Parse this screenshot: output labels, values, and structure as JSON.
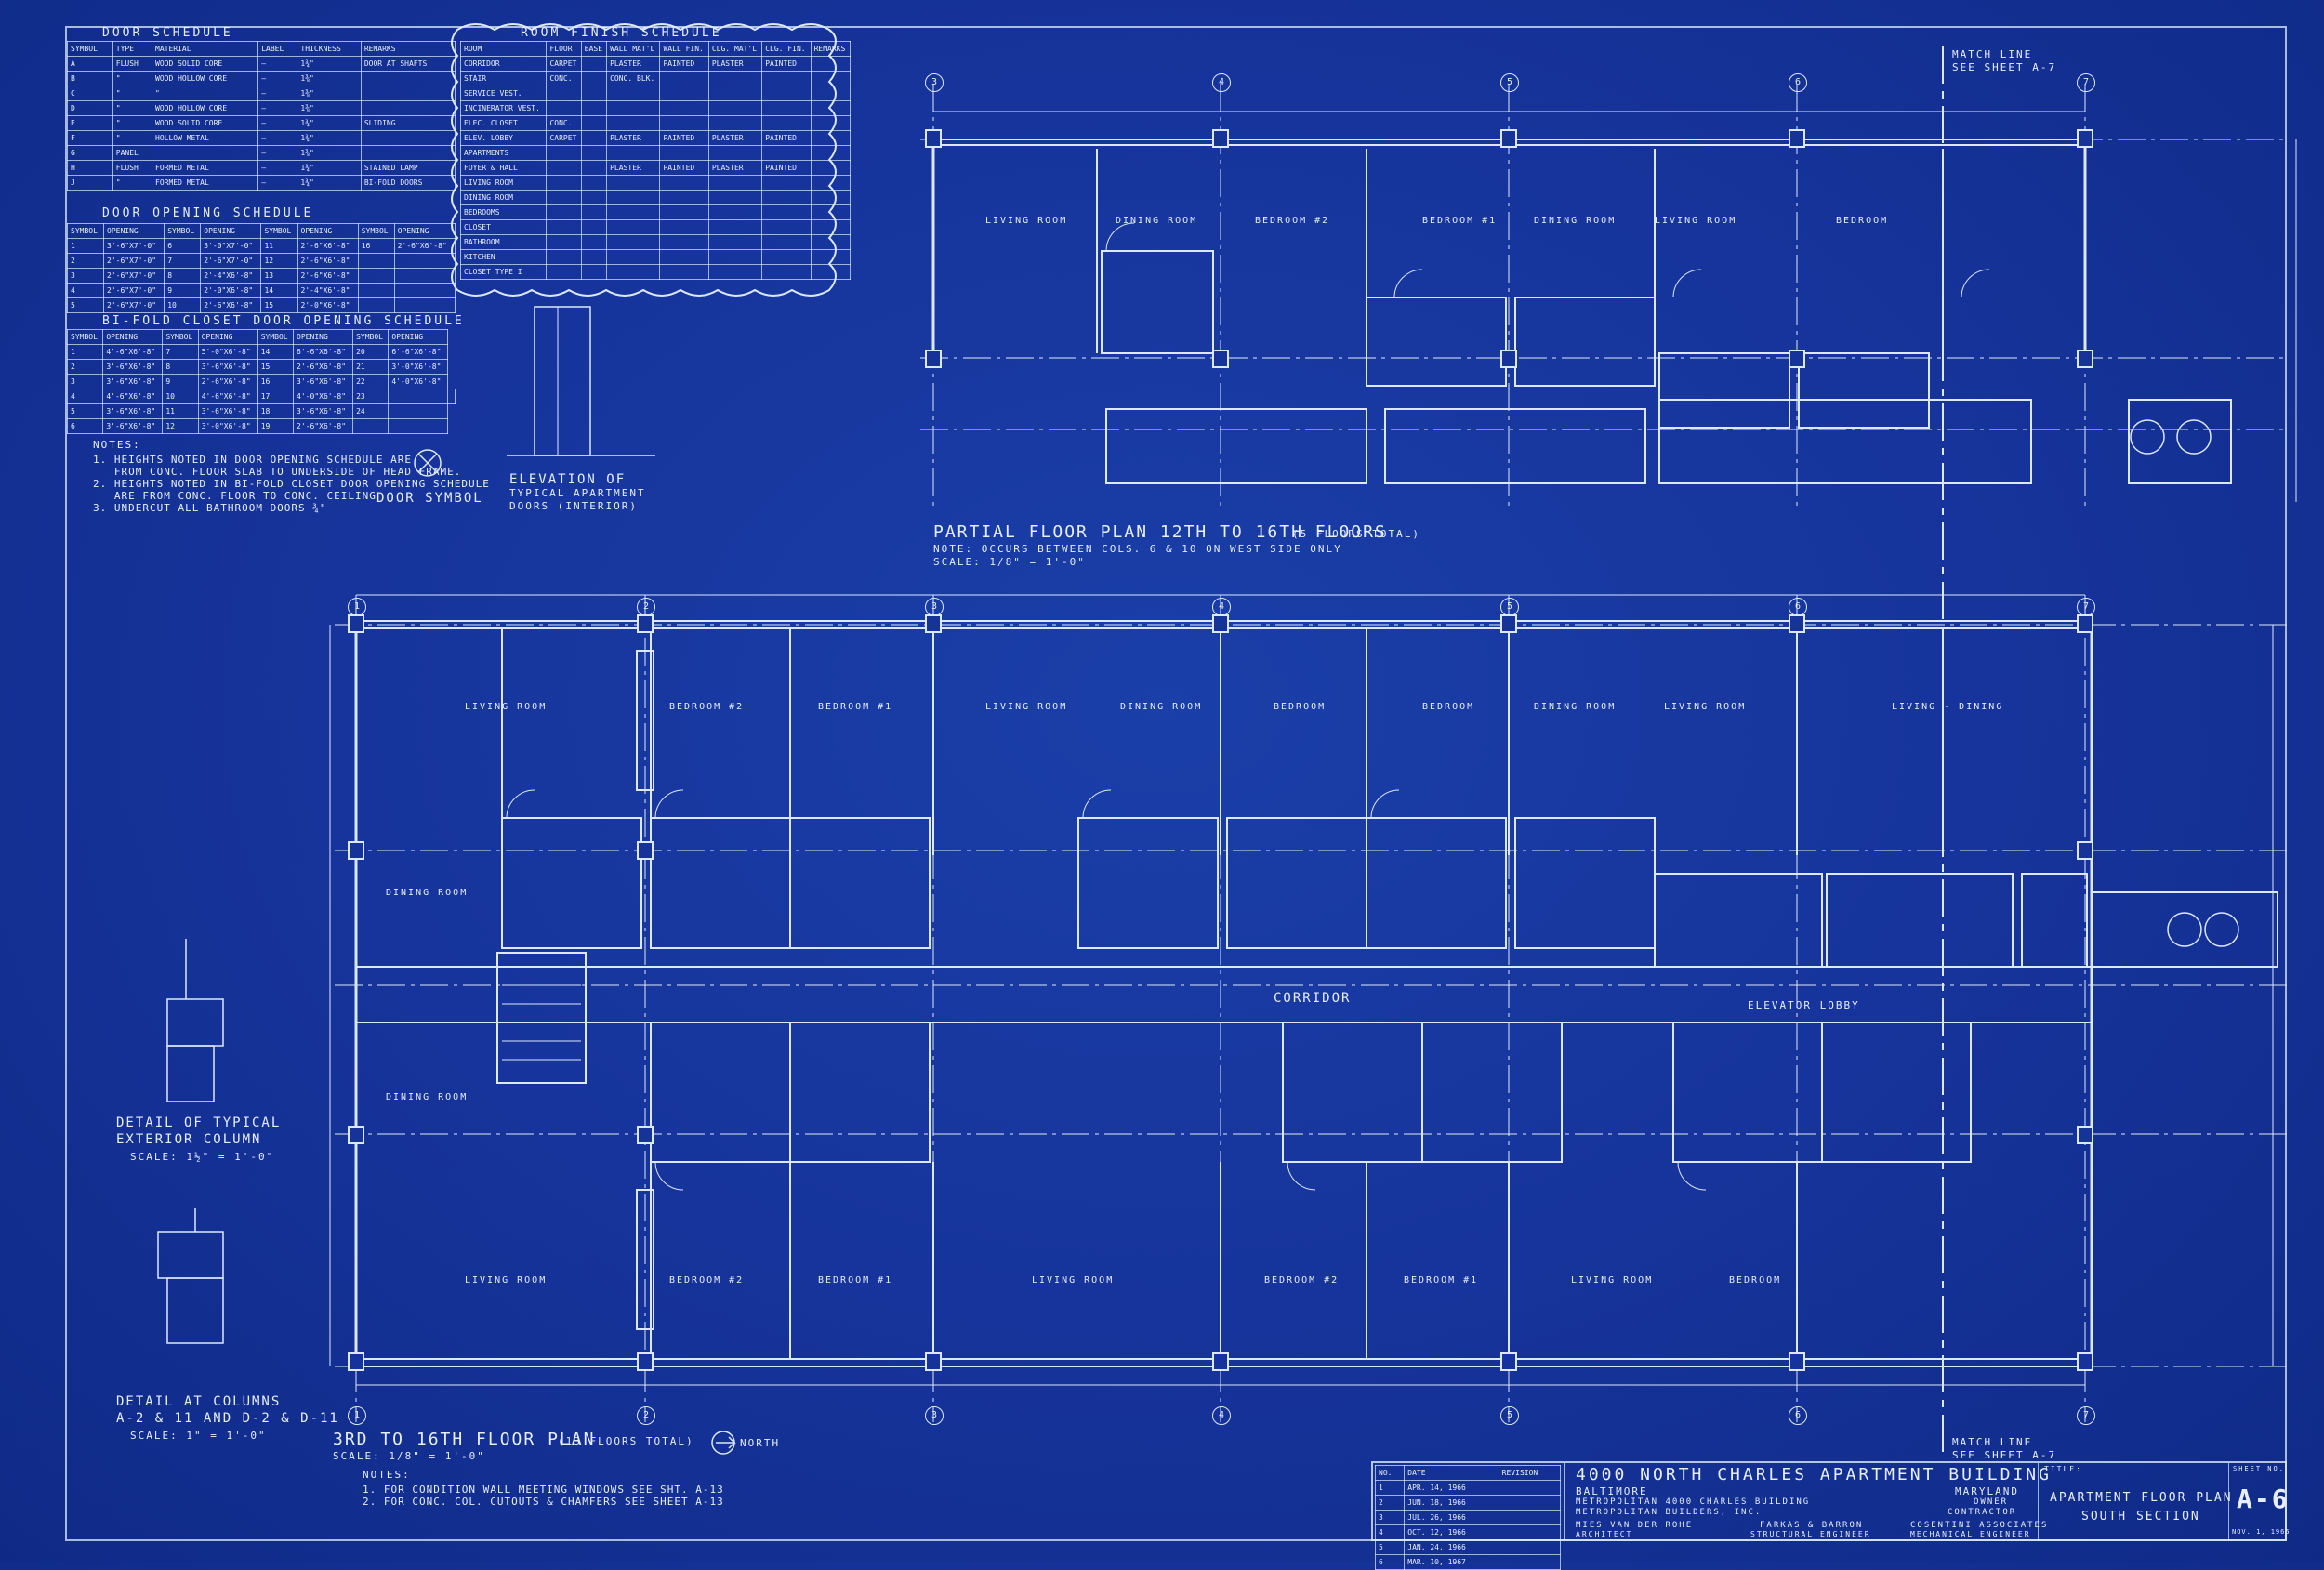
{
  "door_schedule": {
    "title": "Door Schedule",
    "headers": [
      "Symbol",
      "Type",
      "Material",
      "Label",
      "Thickness",
      "Remarks"
    ],
    "rows": [
      [
        "A",
        "Flush",
        "Wood solid core",
        "—",
        "1¾\"",
        "Door at Shafts"
      ],
      [
        "B",
        "\"",
        "Wood hollow core",
        "—",
        "1⅜\"",
        ""
      ],
      [
        "C",
        "\"",
        "\"",
        "—",
        "1⅜\"",
        ""
      ],
      [
        "D",
        "\"",
        "Wood hollow core",
        "—",
        "1⅜\"",
        ""
      ],
      [
        "E",
        "\"",
        "Wood solid core",
        "—",
        "1¾\"",
        "Sliding"
      ],
      [
        "F",
        "\"",
        "Hollow metal",
        "—",
        "1¾\"",
        ""
      ],
      [
        "G",
        "Panel",
        "",
        "—",
        "1⅜\"",
        ""
      ],
      [
        "H",
        "Flush",
        "Formed metal",
        "—",
        "1¾\"",
        "Stained Lamp"
      ],
      [
        "J",
        "\"",
        "Formed metal",
        "—",
        "1¾\"",
        "Bi-fold Doors"
      ]
    ]
  },
  "door_opening_schedule": {
    "title": "Door Opening Schedule",
    "headers": [
      "Symbol",
      "Opening",
      "Symbol",
      "Opening",
      "Symbol",
      "Opening",
      "Symbol",
      "Opening"
    ],
    "rows": [
      [
        "1",
        "3'-6\"x7'-0\"",
        "6",
        "3'-0\"x7'-0\"",
        "11",
        "2'-6\"x6'-8\"",
        "16",
        "2'-6\"x6'-8\""
      ],
      [
        "2",
        "2'-6\"x7'-0\"",
        "7",
        "2'-6\"x7'-0\"",
        "12",
        "2'-6\"x6'-8\"",
        "",
        ""
      ],
      [
        "3",
        "2'-6\"x7'-0\"",
        "8",
        "2'-4\"x6'-8\"",
        "13",
        "2'-6\"x6'-8\"",
        "",
        ""
      ],
      [
        "4",
        "2'-6\"x7'-0\"",
        "9",
        "2'-0\"x6'-8\"",
        "14",
        "2'-4\"x6'-8\"",
        "",
        ""
      ],
      [
        "5",
        "2'-6\"x7'-0\"",
        "10",
        "2'-6\"x6'-8\"",
        "15",
        "2'-0\"x6'-8\"",
        "",
        ""
      ]
    ]
  },
  "bifold_schedule": {
    "title": "Bi-fold Closet Door Opening Schedule",
    "headers": [
      "Symbol",
      "Opening",
      "Symbol",
      "Opening",
      "Symbol",
      "Opening",
      "Symbol",
      "Opening"
    ],
    "rows": [
      [
        "1",
        "4'-6\"x6'-8\"",
        "7",
        "5'-0\"x6'-8\"",
        "14",
        "6'-6\"x6'-8\"",
        "20",
        "6'-6\"x6'-8\""
      ],
      [
        "2",
        "3'-6\"x6'-8\"",
        "8",
        "3'-6\"x6'-8\"",
        "15",
        "2'-6\"x6'-8\"",
        "21",
        "3'-0\"x6'-8\""
      ],
      [
        "3",
        "3'-6\"x6'-8\"",
        "9",
        "2'-6\"x6'-8\"",
        "16",
        "3'-6\"x6'-8\"",
        "22",
        "4'-0\"x6'-8\""
      ],
      [
        "4",
        "4'-6\"x6'-8\"",
        "10",
        "4'-6\"x6'-8\"",
        "17",
        "4'-0\"x6'-8\"",
        "23",
        "",
        ""
      ],
      [
        "5",
        "3'-6\"x6'-8\"",
        "11",
        "3'-6\"x6'-8\"",
        "18",
        "3'-6\"x6'-8\"",
        "24",
        ""
      ],
      [
        "6",
        "3'-6\"x6'-8\"",
        "12",
        "3'-0\"x6'-8\"",
        "19",
        "2'-6\"x6'-8\"",
        "",
        ""
      ]
    ]
  },
  "room_finish_schedule": {
    "title": "Room Finish Schedule",
    "headers": [
      "Room",
      "Floor",
      "Base",
      "Wall Mat'l",
      "Wall Fin.",
      "Clg. Mat'l",
      "Clg. Fin.",
      "Remarks"
    ],
    "rows": [
      [
        "Corridor",
        "Carpet",
        "",
        "Plaster",
        "Painted",
        "Plaster",
        "Painted",
        ""
      ],
      [
        "Stair",
        "Conc.",
        "",
        "Conc. Blk.",
        "",
        "",
        "",
        ""
      ],
      [
        "Service Vest.",
        "",
        "",
        "",
        "",
        "",
        "",
        ""
      ],
      [
        "Incinerator Vest.",
        "",
        "",
        "",
        "",
        "",
        "",
        ""
      ],
      [
        "Elec. Closet",
        "Conc.",
        "",
        "",
        "",
        "",
        "",
        ""
      ],
      [
        "Elev. Lobby",
        "Carpet",
        "",
        "Plaster",
        "Painted",
        "Plaster",
        "Painted",
        ""
      ],
      [
        "Apartments",
        "",
        "",
        "",
        "",
        "",
        "",
        ""
      ],
      [
        "Foyer & Hall",
        "",
        "",
        "Plaster",
        "Painted",
        "Plaster",
        "Painted",
        ""
      ],
      [
        "Living Room",
        "",
        "",
        "",
        "",
        "",
        "",
        ""
      ],
      [
        "Dining Room",
        "",
        "",
        "",
        "",
        "",
        "",
        ""
      ],
      [
        "Bedrooms",
        "",
        "",
        "",
        "",
        "",
        "",
        ""
      ],
      [
        "Closet",
        "",
        "",
        "",
        "",
        "",
        "",
        ""
      ],
      [
        "Bathroom",
        "",
        "",
        "",
        "",
        "",
        "",
        ""
      ],
      [
        "Kitchen",
        "",
        "",
        "",
        "",
        "",
        "",
        ""
      ],
      [
        "Closet Type I",
        "",
        "",
        "",
        "",
        "",
        "",
        ""
      ]
    ]
  },
  "notes_top": {
    "heading": "Notes:",
    "lines": [
      "1. Heights noted in door opening schedule are",
      "   from conc. floor slab to underside of head frame.",
      "2. Heights noted in bi-fold closet door opening schedule",
      "   are from conc. floor to conc. ceiling",
      "3. Undercut all bathroom doors ¾\""
    ]
  },
  "door_symbol": {
    "label": "Door Symbol"
  },
  "door_elevation": {
    "line1": "Elevation of",
    "line2": "Typical Apartment",
    "line3": "Doors (Interior)"
  },
  "partial_plan": {
    "title": "Partial Floor Plan  12th to 16th Floors",
    "subtitle": "(5 floors total)",
    "note": "Note: Occurs between cols. 6 & 10 on west side only",
    "scale": "Scale: 1/8\" = 1'-0\"",
    "rooms": [
      "Living Room",
      "Dining Room",
      "Bedroom #2",
      "Bedroom #1",
      "Dining Room",
      "Living Room",
      "Bedroom"
    ]
  },
  "main_plan": {
    "title": "3rd to 16th Floor Plan",
    "subtitle": "(13 floors total)",
    "scale": "Scale: 1/8\" = 1'-0\"",
    "north": "North",
    "rooms_top": [
      "Living Room",
      "Bedroom #2",
      "Bedroom #1",
      "Living Room",
      "Dining Room",
      "Bedroom",
      "Bedroom",
      "Dining Room",
      "Living Room",
      "Living - Dining"
    ],
    "rooms_mid_left": [
      "Dining Room",
      "Dining Room"
    ],
    "rooms_bottom": [
      "Living Room",
      "Bedroom #2",
      "Bedroom #1",
      "Living Room",
      "Bedroom #2",
      "Bedroom #1",
      "Living Room",
      "Bedroom"
    ],
    "corridor": "Corridor",
    "elevator": "Elevator Lobby"
  },
  "grid_labels": [
    "1",
    "2",
    "3",
    "4",
    "5",
    "6",
    "7"
  ],
  "match_line": "Match Line",
  "match_line_sub": "See Sheet A-7",
  "detail_column": {
    "line1": "Detail of Typical",
    "line2": "Exterior Column",
    "scale": "Scale: 1½\" = 1'-0\""
  },
  "detail_columns": {
    "line1": "Detail at Columns",
    "line2": "A-2 & 11 and D-2 & D-11",
    "scale": "Scale: 1\" = 1'-0\""
  },
  "notes_bottom": {
    "heading": "Notes:",
    "lines": [
      "1. For condition wall meeting windows see Sht. A-13",
      "2. For conc. col. cutouts & chamfers see Sheet A-13"
    ]
  },
  "title_block": {
    "project": "4000 North Charles Apartment Building",
    "city": "Baltimore",
    "state": "Maryland",
    "owner_name": "Metropolitan 4000 Charles Building",
    "owner_role": "Owner",
    "contractor_name": "Metropolitan Builders, Inc.",
    "contractor_role": "Contractor",
    "architect_name": "Mies van der Rohe",
    "architect_role": "Architect",
    "structural_name": "Farkas & Barron",
    "structural_role": "Structural Engineer",
    "mechanical_name": "Cosentini Associates",
    "mechanical_role": "Mechanical Engineer",
    "title_label": "Title:",
    "sheet_title_1": "Apartment Floor Plan",
    "sheet_title_2": "South Section",
    "sheet_label": "Sheet No.",
    "sheet_no": "A-6",
    "date": "Nov. 1, 1965",
    "rev_headers": [
      "No.",
      "Date",
      "Revision"
    ],
    "revisions": [
      [
        "1",
        "Apr. 14, 1966",
        ""
      ],
      [
        "2",
        "Jun. 18, 1966",
        ""
      ],
      [
        "3",
        "Jul. 26, 1966",
        ""
      ],
      [
        "4",
        "Oct. 12, 1966",
        ""
      ],
      [
        "5",
        "Jan. 24, 1966",
        ""
      ],
      [
        "6",
        "Mar. 10, 1967",
        ""
      ]
    ]
  }
}
